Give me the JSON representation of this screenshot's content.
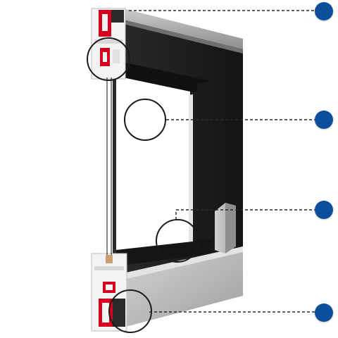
{
  "colors": {
    "background": "#ffffff",
    "marker": "#0b4f9c",
    "frame_dark": "#1e1e1e",
    "frame_grey": "#a9abac",
    "gasket_red": "#d5001f",
    "leader_line": "#2a2a2a"
  },
  "markers": [
    {
      "id": "marker-1",
      "icon": "callout-dot"
    },
    {
      "id": "marker-2",
      "icon": "callout-dot"
    },
    {
      "id": "marker-3",
      "icon": "callout-dot"
    },
    {
      "id": "marker-4",
      "icon": "callout-dot"
    }
  ]
}
